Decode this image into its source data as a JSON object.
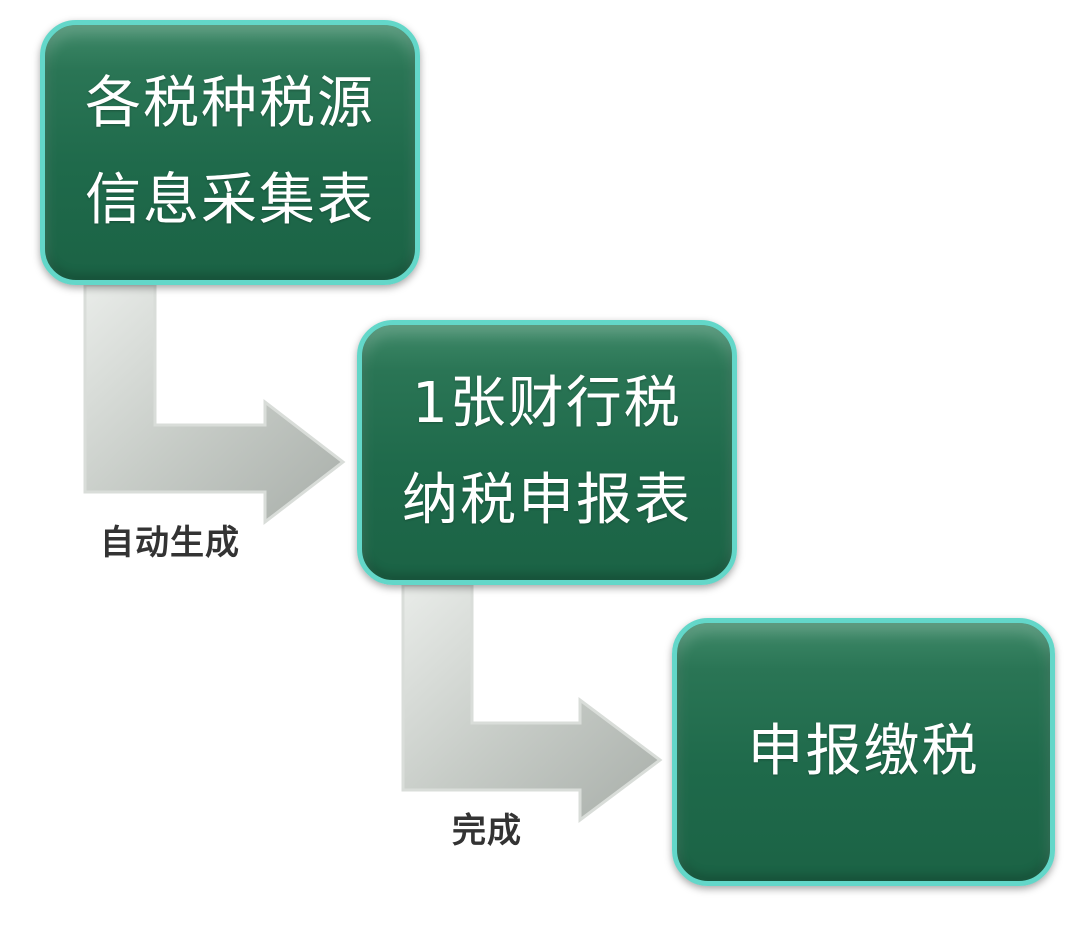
{
  "diagram": {
    "steps": [
      {
        "lines": [
          "各税种税源",
          "信息采集表"
        ]
      },
      {
        "lines": [
          "1张财行税",
          "纳税申报表"
        ]
      },
      {
        "lines": [
          "申报缴税"
        ]
      }
    ],
    "connectors": [
      {
        "label": "自动生成"
      },
      {
        "label": "完成"
      }
    ],
    "colors": {
      "box_fill": "#1f6a4b",
      "box_border": "#63d7c9",
      "arrow_fill": "#bfc5c0",
      "label_text": "#333333"
    }
  }
}
